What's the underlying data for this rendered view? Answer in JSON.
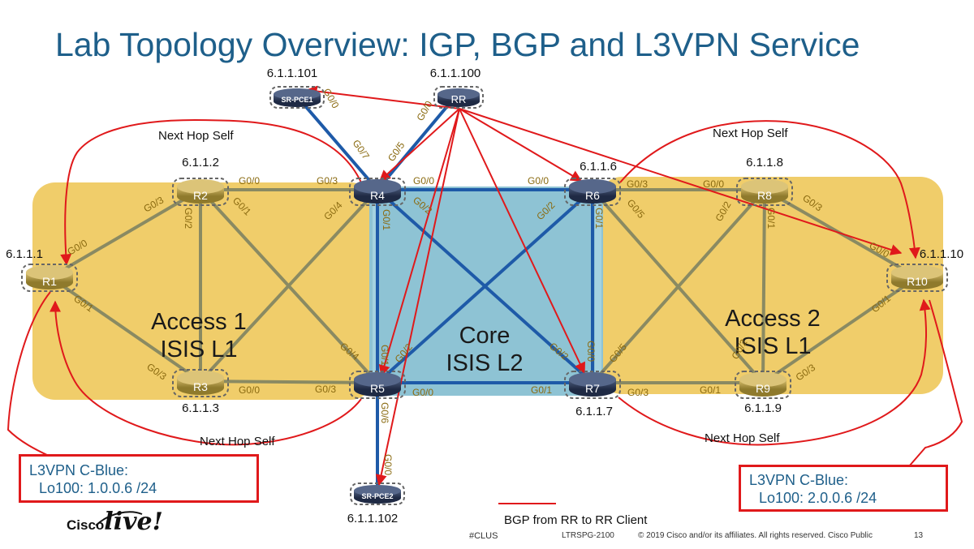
{
  "title": "Lab Topology Overview: IGP, BGP and L3VPN Service",
  "areas": {
    "access1": {
      "line1": "Access 1",
      "line2": "ISIS L1"
    },
    "core": {
      "line1": "Core",
      "line2": "ISIS L2"
    },
    "access2": {
      "line1": "Access 2",
      "line2": "ISIS L1"
    }
  },
  "routers": {
    "r1": {
      "label": "R1",
      "ip": "6.1.1.1"
    },
    "r2": {
      "label": "R2",
      "ip": "6.1.1.2"
    },
    "r3": {
      "label": "R3",
      "ip": "6.1.1.3"
    },
    "r4": {
      "label": "R4"
    },
    "r5": {
      "label": "R5"
    },
    "r6": {
      "label": "R6",
      "ip": "6.1.1.6"
    },
    "r7": {
      "label": "R7",
      "ip": "6.1.1.7"
    },
    "r8": {
      "label": "R8",
      "ip": "6.1.1.8"
    },
    "r9": {
      "label": "R9",
      "ip": "6.1.1.9"
    },
    "r10": {
      "label": "R10",
      "ip": "6.1.1.10"
    },
    "rr": {
      "label": "RR",
      "ip": "6.1.1.100"
    },
    "pce1": {
      "label": "SR-PCE1",
      "ip": "6.1.1.101"
    },
    "pce2": {
      "label": "SR-PCE2",
      "ip": "6.1.1.102"
    }
  },
  "interfaces": {
    "r1_g00": "G0/0",
    "r1_g01": "G0/1",
    "r2_g00": "G0/0",
    "r2_g01": "G0/1",
    "r2_g02": "G0/2",
    "r2_g03": "G0/3",
    "r3_g00": "G0/0",
    "r3_g03": "G0/3",
    "r4_g00": "G0/0",
    "r4_g01": "G0/1",
    "r4_g02": "G0/2",
    "r4_g03": "G0/3",
    "r4_g04": "G0/4",
    "r4_g05": "G0/5",
    "r4_g07": "G0/7",
    "r5_g00": "G0/0",
    "r5_g01": "G0/1",
    "r5_g02": "G0/2",
    "r5_g03": "G0/3",
    "r5_g04": "G0/4",
    "r5_g06": "G0/6",
    "r6_g00": "G0/0",
    "r6_g01": "G0/1",
    "r6_g02": "G0/2",
    "r6_g03": "G0/3",
    "r6_g05": "G0/5",
    "r7_g00": "G0/0",
    "r7_g01": "G0/1",
    "r7_g02": "G0/2",
    "r7_g03": "G0/3",
    "r7_g05": "G0/5",
    "r8_g00": "G0/0",
    "r8_g01": "G0/1",
    "r8_g02": "G0/2",
    "r8_g03": "G0/3",
    "r9_g01": "G0/1",
    "r9_g02": "G0/2",
    "r9_g03": "G0/3",
    "r10_g00": "G0/0",
    "r10_g01": "G0/1",
    "rr_g00": "G0/0",
    "pce1_g00": "G0/0",
    "pce2_g00": "G0/0"
  },
  "nhs_labels": {
    "top_left": "Next Hop Self",
    "top_right": "Next Hop Self",
    "bottom_left": "Next Hop Self",
    "bottom_right": "Next Hop Self"
  },
  "vpn_left": {
    "line1": "L3VPN C-Blue:",
    "line2": "Lo100:  1.0.0.6 /24"
  },
  "vpn_right": {
    "line1": "L3VPN C-Blue:",
    "line2": "Lo100: 2.0.0.6 /24"
  },
  "legend": {
    "bgp_label": "BGP from RR to RR Client"
  },
  "footer": {
    "hashtag": "#CLUS",
    "session": "LTRSPG-2100",
    "copyright": "© 2019  Cisco and/or its affiliates. All rights reserved.   Cisco Public",
    "page": "13",
    "brand_cisco": "Cisco",
    "brand_live": "live!"
  },
  "colors": {
    "title": "#1e5f8a",
    "access_area": "#f0cd6a",
    "core_area": "#8ec3d4",
    "olive_link": "#8a8a62",
    "blue_link": "#1e5aa8",
    "bgp_arrow": "#e0191b",
    "router_gold": "#b59a3c",
    "router_navy": "#2c3b5c"
  }
}
